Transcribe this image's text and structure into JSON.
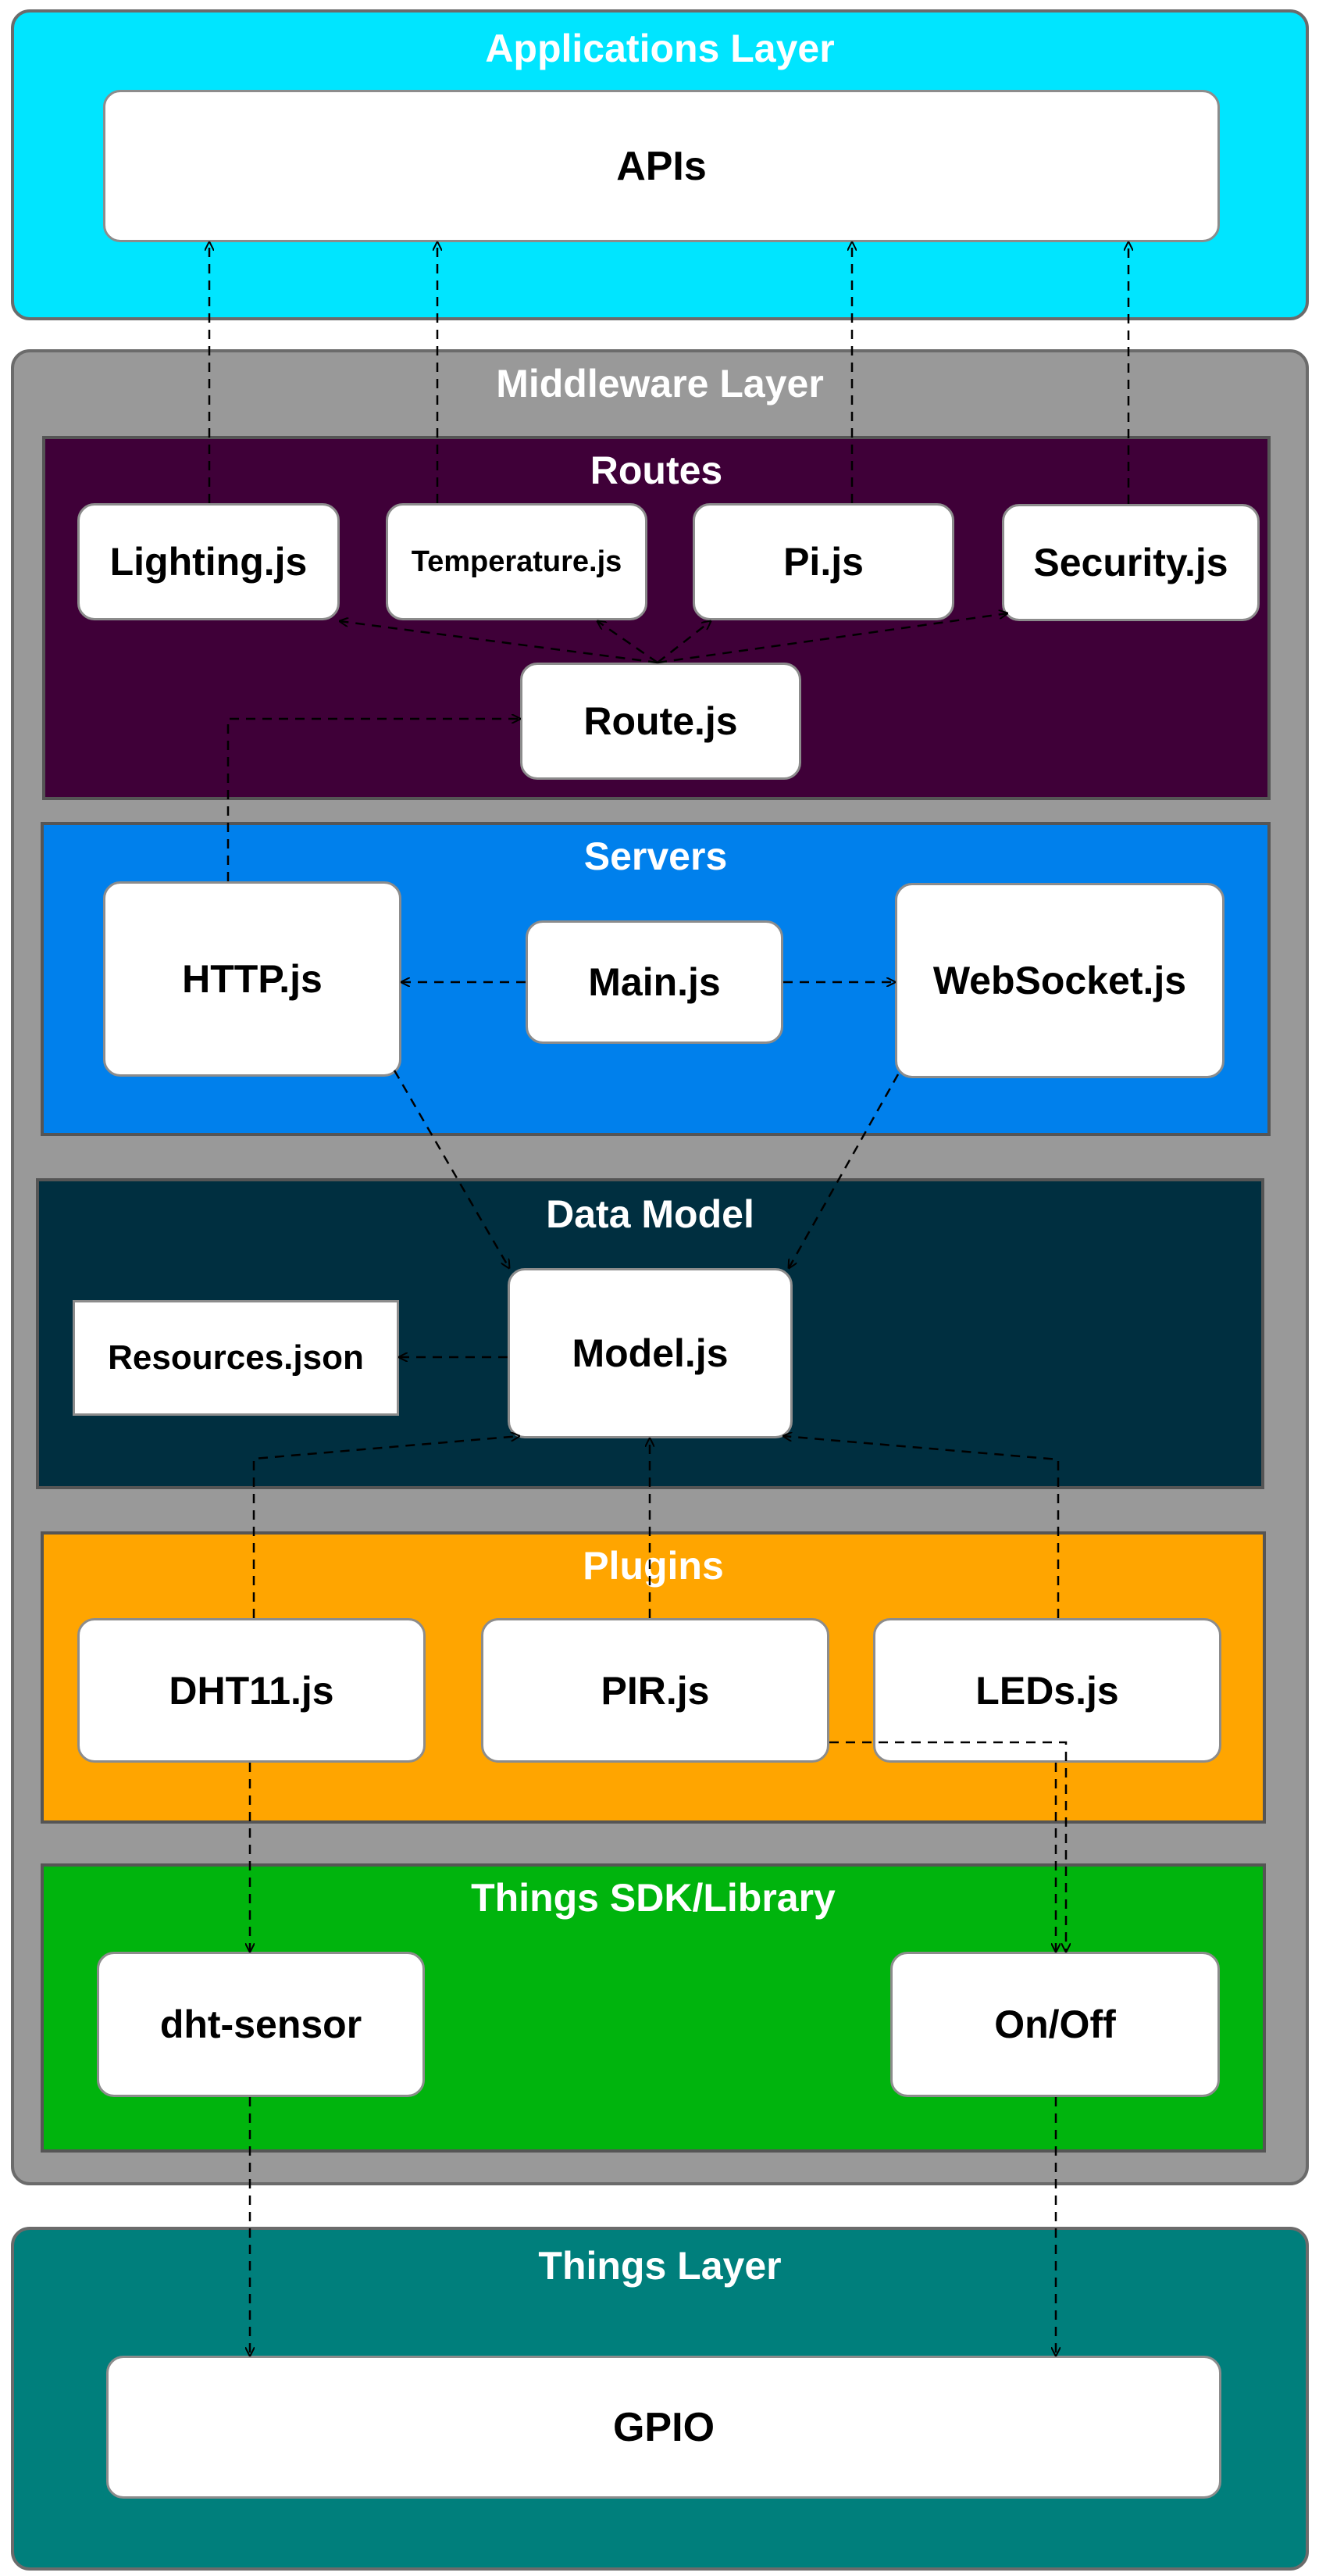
{
  "colors": {
    "applications": "#00e5ff",
    "middleware": "#999999",
    "routes": "#3f0038",
    "servers": "#0080ec",
    "data_model": "#002f40",
    "plugins": "#ffa500",
    "sdk": "#00b40d",
    "things": "#007f7c"
  },
  "applications": {
    "title": "Applications Layer",
    "apis": "APIs"
  },
  "middleware": {
    "title": "Middleware Layer"
  },
  "routes": {
    "title": "Routes",
    "lighting": "Lighting.js",
    "temperature": "Temperature.js",
    "pi": "Pi.js",
    "security": "Security.js",
    "route": "Route.js"
  },
  "servers": {
    "title": "Servers",
    "http": "HTTP.js",
    "main": "Main.js",
    "websocket": "WebSocket.js"
  },
  "data_model": {
    "title": "Data Model",
    "resources": "Resources.json",
    "model": "Model.js"
  },
  "plugins": {
    "title": "Plugins",
    "dht11": "DHT11.js",
    "pir": "PIR.js",
    "leds": "LEDs.js"
  },
  "sdk": {
    "title": "Things SDK/Library",
    "dht_sensor": "dht-sensor",
    "onoff": "On/Off"
  },
  "things": {
    "title": "Things Layer",
    "gpio": "GPIO"
  }
}
